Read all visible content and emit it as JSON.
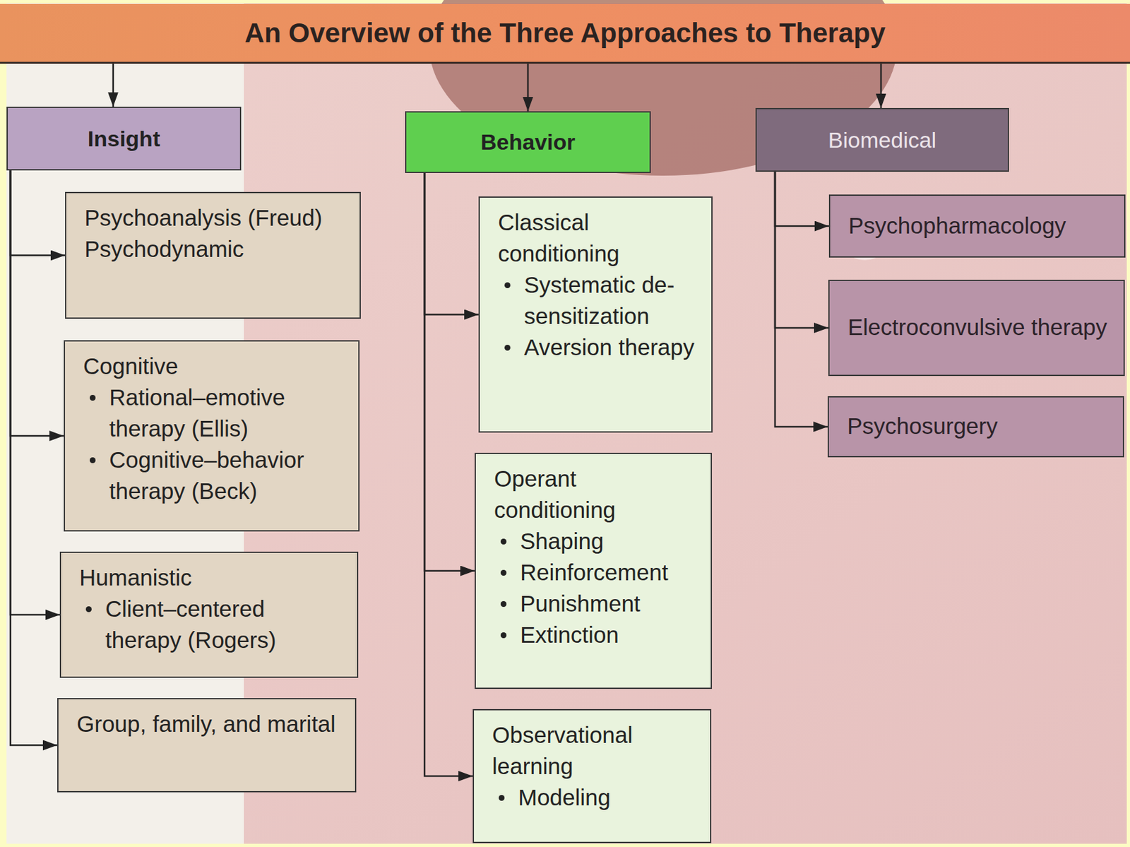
{
  "diagram": {
    "nodes": [
      {
        "text": [
          "An Overview of the Three Approaches to Therapy"
        ]
      },
      {
        "text": [
          "Insight"
        ]
      },
      {
        "text": [
          "Psychoanalysis (Freud)",
          "Psychodynamic"
        ]
      },
      {
        "text": [
          "Cognitive",
          "Rational–emotive therapy (Ellis)",
          "Cognitive–behavior therapy (Beck)"
        ]
      },
      {
        "text": [
          "Humanistic",
          "Client–centered therapy (Rogers)"
        ]
      },
      {
        "text": [
          "Group, family, and marital"
        ]
      },
      {
        "text": [
          "Behavior"
        ]
      },
      {
        "text": [
          "Classical conditioning",
          "Systematic de-sensitization",
          "Aversion therapy"
        ]
      },
      {
        "text": [
          "Operant conditioning",
          "Shaping",
          "Reinforcement",
          "Punishment",
          "Extinction"
        ]
      },
      {
        "text": [
          "Observational learning",
          "Modeling"
        ]
      },
      {
        "text": [
          "Biomedical"
        ]
      },
      {
        "text": [
          "Psychopharmacology"
        ]
      },
      {
        "text": [
          "Electroconvulsive therapy"
        ]
      },
      {
        "text": [
          "Psychosurgery"
        ]
      }
    ],
    "edges": [
      {
        "from": 0,
        "to": 1,
        "arrow": "to"
      },
      {
        "from": 0,
        "to": 6,
        "arrow": "to"
      },
      {
        "from": 0,
        "to": 10,
        "arrow": "to"
      },
      {
        "from": 1,
        "to": 2,
        "arrow": "to"
      },
      {
        "from": 1,
        "to": 3,
        "arrow": "to"
      },
      {
        "from": 1,
        "to": 4,
        "arrow": "to"
      },
      {
        "from": 1,
        "to": 5,
        "arrow": "to"
      },
      {
        "from": 6,
        "to": 7,
        "arrow": "to"
      },
      {
        "from": 6,
        "to": 8,
        "arrow": "to"
      },
      {
        "from": 6,
        "to": 9,
        "arrow": "to"
      },
      {
        "from": 10,
        "to": 11,
        "arrow": "to"
      },
      {
        "from": 10,
        "to": 12,
        "arrow": "to"
      },
      {
        "from": 10,
        "to": 13,
        "arrow": "to"
      }
    ]
  }
}
